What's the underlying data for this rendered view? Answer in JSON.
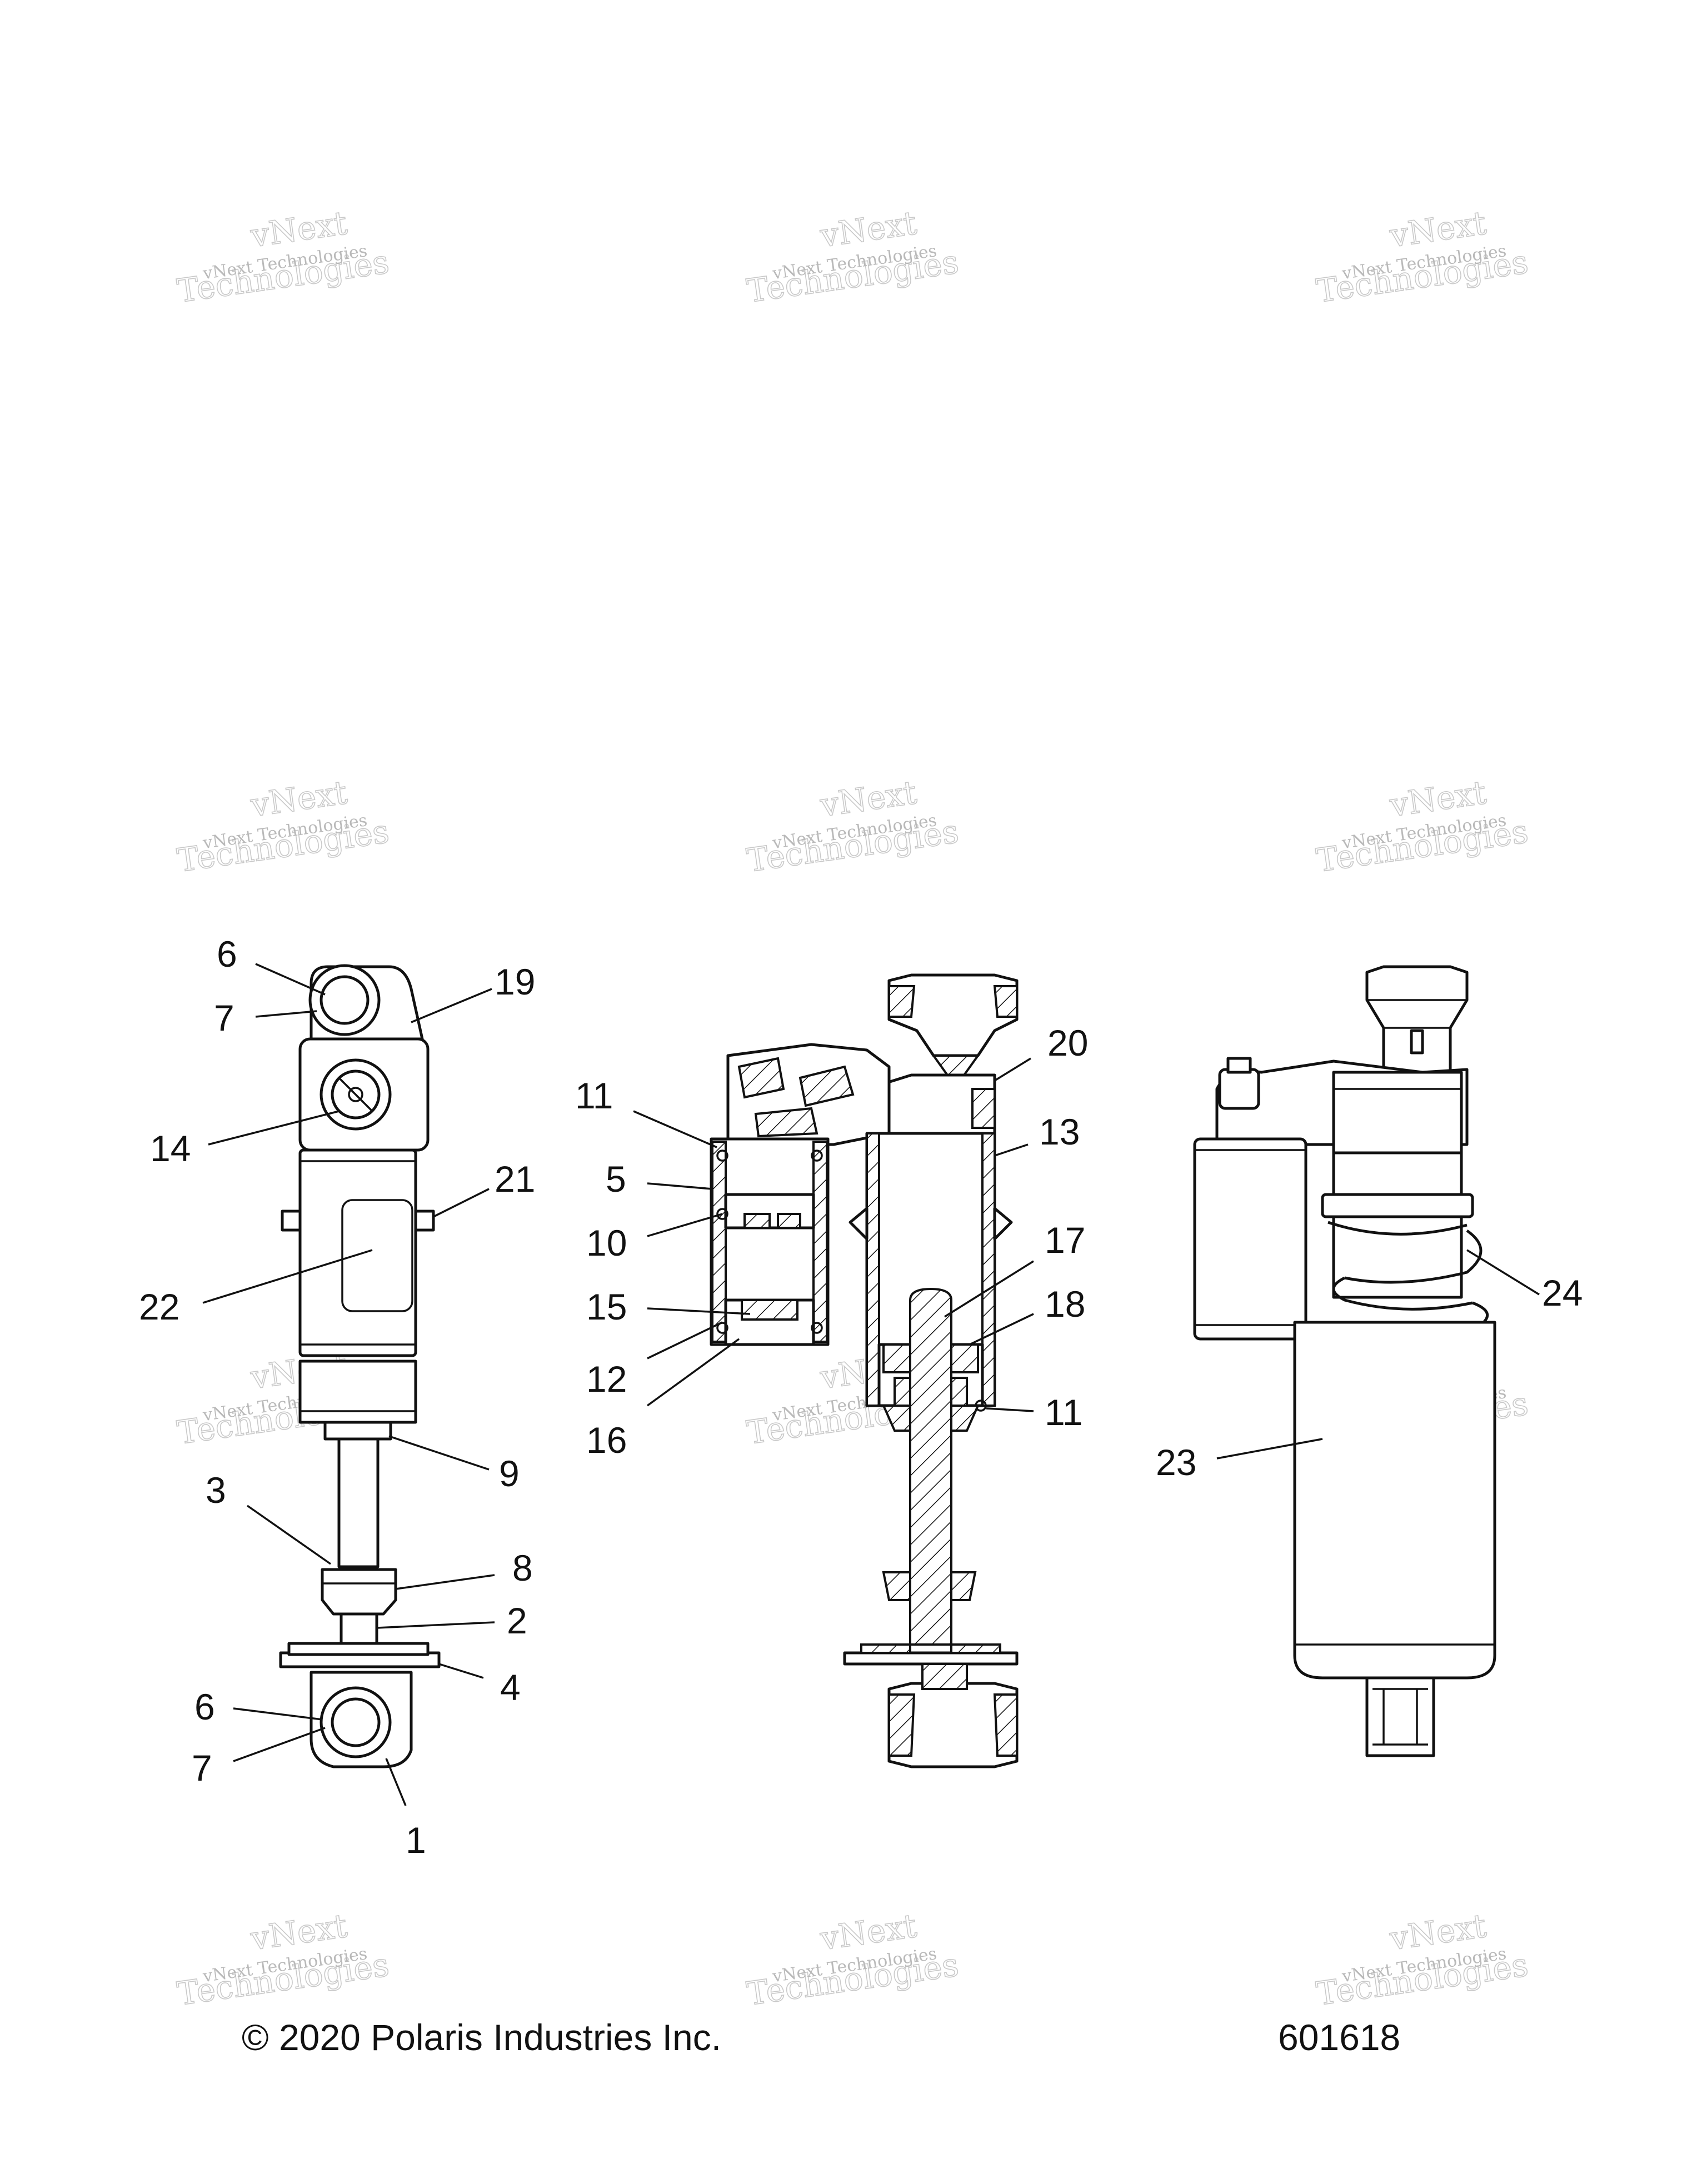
{
  "watermark": {
    "line_small": "vNext Technologies",
    "line_large": "vNext\nTechnologies"
  },
  "callouts": {
    "left": [
      "6",
      "7",
      "19",
      "14",
      "21",
      "22",
      "9",
      "3",
      "8",
      "2",
      "4",
      "6",
      "7",
      "1"
    ],
    "middle": [
      "20",
      "11",
      "13",
      "5",
      "10",
      "17",
      "15",
      "18",
      "12",
      "11",
      "16"
    ],
    "right": [
      "24",
      "23"
    ]
  },
  "footer": {
    "copyright": "© 2020 Polaris Industries Inc.",
    "diagram_number": "601618"
  }
}
